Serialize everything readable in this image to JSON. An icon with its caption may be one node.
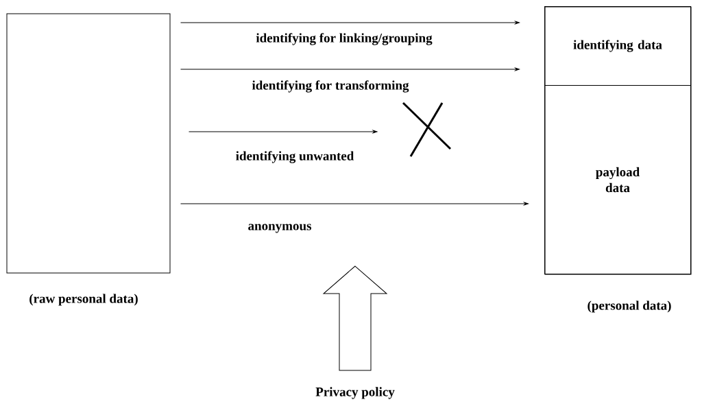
{
  "diagram": {
    "nodes": [
      {
        "text": [],
        "shape": "box",
        "beside": [
          "(raw personal data)"
        ]
      },
      {
        "text": [],
        "shape": "box",
        "beside": [
          "(personal data)"
        ]
      },
      {
        "text": [
          "identifying data"
        ],
        "in": 1
      },
      {
        "text": [
          "payload data"
        ],
        "in": 1
      },
      {
        "text": [],
        "shape": "cross"
      }
    ],
    "edges": [
      {
        "from": 0,
        "to": 2,
        "arrow": "to",
        "label": "identifying for linking/grouping"
      },
      {
        "from": 0,
        "to": 2,
        "arrow": "to",
        "label": "identifying for transforming"
      },
      {
        "from": 0,
        "to": 4,
        "arrow": "to",
        "label": "identifying unwanted"
      },
      {
        "from": 0,
        "to": 3,
        "arrow": "to",
        "label": "anonymous"
      }
    ],
    "labels": [
      "Privacy policy"
    ]
  }
}
